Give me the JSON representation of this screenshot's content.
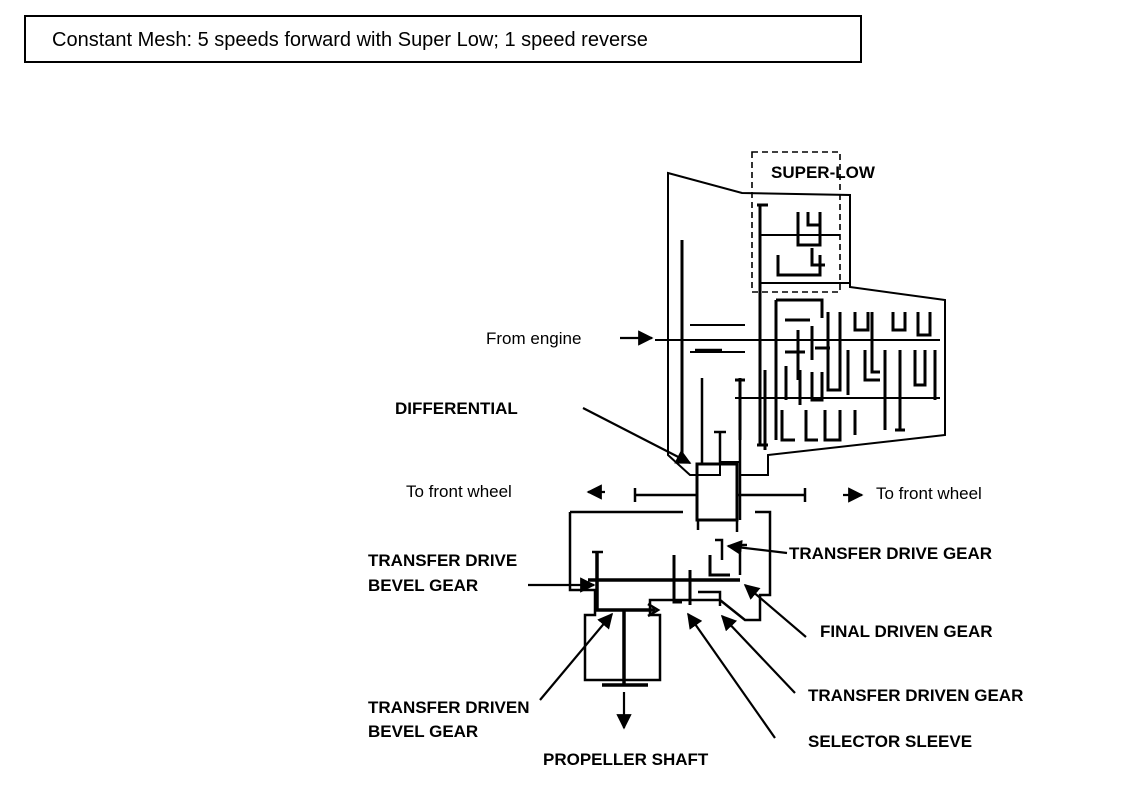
{
  "title": "Constant Mesh: 5 speeds forward with Super Low; 1 speed reverse",
  "labels": {
    "super_low": "SUPER-LOW",
    "from_engine": "From engine",
    "differential": "DIFFERENTIAL",
    "to_front_wheel_left": "To front wheel",
    "to_front_wheel_right": "To front wheel",
    "transfer_drive_bevel_gear_l1": "TRANSFER DRIVE",
    "transfer_drive_bevel_gear_l2": "BEVEL GEAR",
    "transfer_drive_gear": "TRANSFER DRIVE GEAR",
    "final_driven_gear": "FINAL DRIVEN GEAR",
    "transfer_driven_bevel_gear_l1": "TRANSFER DRIVEN",
    "transfer_driven_bevel_gear_l2": "BEVEL GEAR",
    "transfer_driven_gear": "TRANSFER DRIVEN GEAR",
    "selector_sleeve": "SELECTOR SLEEVE",
    "propeller_shaft": "PROPELLER SHAFT"
  }
}
